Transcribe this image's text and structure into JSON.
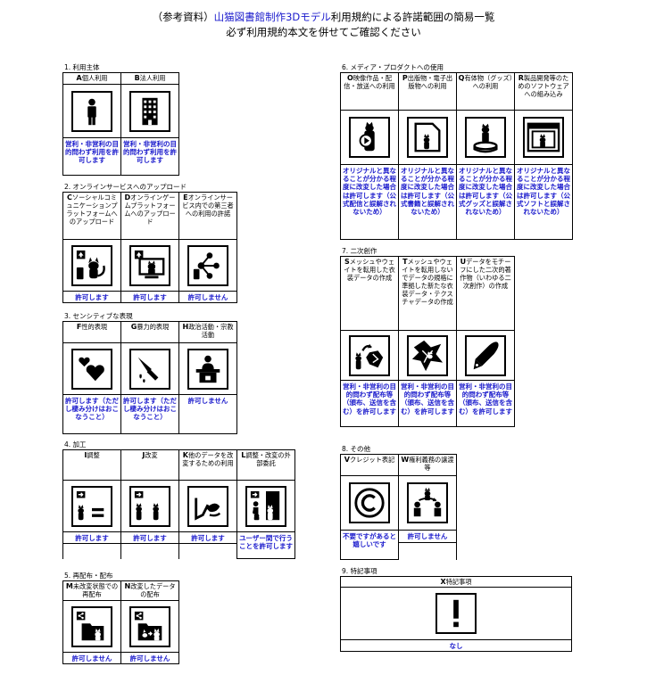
{
  "title": {
    "line1_prefix": "（参考資料）",
    "line1_highlight": "山猫図書館制作3Dモデル",
    "line1_suffix": "利用規約による許諾範囲の簡易一覧",
    "line2": "必ず利用規約本文を併せてご確認ください"
  },
  "sections": {
    "s1": {
      "label": "1. 利用主体",
      "cells": [
        {
          "code": "A",
          "header": "個人利用",
          "icon": "person-icon",
          "result": "営利・非営利の目的問わず利用を許可します"
        },
        {
          "code": "B",
          "header": "法人利用",
          "icon": "building-icon",
          "result": "営利・非営利の目的問わず利用を許可します"
        }
      ]
    },
    "s2": {
      "label": "2. オンラインサービスへのアップロード",
      "cells": [
        {
          "code": "C",
          "header": "ソーシャルコミュニケーションプラットフォームへのアップロード",
          "icon": "social-upload-icon",
          "result": "許可します"
        },
        {
          "code": "D",
          "header": "オンラインゲームプラットフォームへのアップロード",
          "icon": "game-upload-icon",
          "result": "許可します"
        },
        {
          "code": "E",
          "header": "オンラインサービス内での第三者への利用の許諾",
          "icon": "share-network-icon",
          "result": "許可しません"
        }
      ]
    },
    "s3": {
      "label": "3. センシティブな表現",
      "cells": [
        {
          "code": "F",
          "header": "性的表現",
          "icon": "hearts-icon",
          "result": "許可します（ただし棲み分けはおこなうこと）"
        },
        {
          "code": "G",
          "header": "暴力的表現",
          "icon": "knife-icon",
          "result": "許可します（ただし棲み分けはおこなうこと）"
        },
        {
          "code": "H",
          "header": "政治活動・宗教活動",
          "icon": "podium-icon",
          "result": "許可しません"
        }
      ]
    },
    "s4": {
      "label": "4. 加工",
      "cells": [
        {
          "code": "I",
          "header": "調整",
          "icon": "adjust-icon",
          "result": "許可します"
        },
        {
          "code": "J",
          "header": "改変",
          "icon": "modify-icon",
          "result": "許可します"
        },
        {
          "code": "K",
          "header": "他のデータを改変するための利用",
          "icon": "parts-icon",
          "result": "許可します"
        },
        {
          "code": "L",
          "header": "調整・改変の外部委託",
          "icon": "outsource-icon",
          "result": "ユーザー間で行うことを許可します"
        }
      ]
    },
    "s5": {
      "label": "5. 再配布・配布",
      "cells": [
        {
          "code": "M",
          "header": "未改変状態での再配布",
          "icon": "redistribute-icon",
          "result": "許可しません"
        },
        {
          "code": "N",
          "header": "改変したデータの配布",
          "icon": "modified-distribute-icon",
          "result": "許可しません"
        }
      ]
    },
    "s6": {
      "label": "6. メディア・プロダクトへの使用",
      "cells": [
        {
          "code": "O",
          "header": "映像作品・配信・放送への利用",
          "icon": "video-icon",
          "result": "オリジナルと異なることが分かる程度に改変した場合は許可します（公式配信と誤解されないため）"
        },
        {
          "code": "P",
          "header": "出版物・電子出版物への利用",
          "icon": "document-icon",
          "result": "オリジナルと異なることが分かる程度に改変した場合は許可します（公式書籍と誤解されないため）"
        },
        {
          "code": "Q",
          "header": "有体物（グッズ）への利用",
          "icon": "figure-icon",
          "result": "オリジナルと異なることが分かる程度に改変した場合は許可します（公式グッズと誤解されないため）"
        },
        {
          "code": "R",
          "header": "製品開発等のためのソフトウェアへの組み込み",
          "icon": "software-icon",
          "result": "オリジナルと異なることが分かる程度に改変した場合は許可します（公式ソフトと誤解されないため）"
        }
      ]
    },
    "s7": {
      "label": "7. 二次創作",
      "cells": [
        {
          "code": "S",
          "header": "メッシュやウェイトを転用した衣装データの作成",
          "icon": "clothing-icon",
          "result": "営利・非営利の目的問わず配布等（頒布、送信を含む）を許可します"
        },
        {
          "code": "T",
          "header": "メッシュやウェイトを転用しないでデータの規格に準拠した新たな衣装データ・テクスチャデータの作成",
          "icon": "texture-icon",
          "result": "営利・非営利の目的問わず配布等（頒布、送信を含む）を許可します"
        },
        {
          "code": "U",
          "header": "データをモチーフにした二次的著作物（いわゆる二次創作）の作成",
          "icon": "pen-icon",
          "result": "営利・非営利の目的問わず配布等（頒布、送信を含む）を許可します"
        }
      ]
    },
    "s8": {
      "label": "8. その他",
      "cells": [
        {
          "code": "V",
          "header": "クレジット表記",
          "icon": "copyright-icon",
          "result": "不要ですがあると嬉しいです"
        },
        {
          "code": "W",
          "header": "権利義務の譲渡等",
          "icon": "transfer-icon",
          "result": "許可しません"
        }
      ]
    },
    "s9": {
      "label": "9. 特記事項",
      "cells": [
        {
          "code": "X",
          "header": "特記事項",
          "icon": "exclamation-icon",
          "result": "なし"
        }
      ]
    }
  }
}
